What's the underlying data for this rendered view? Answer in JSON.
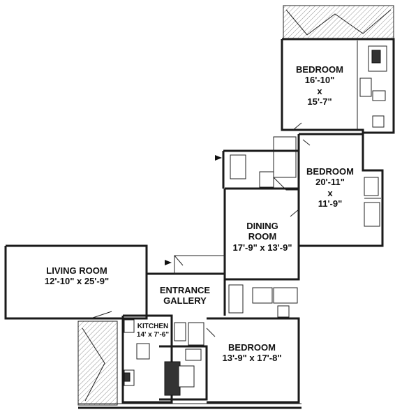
{
  "rooms": {
    "bedroom_top": {
      "name": "BEDROOM",
      "dim1": "16'-10\"",
      "sep": "x",
      "dim2": "15'-7\""
    },
    "bedroom_mid": {
      "name": "BEDROOM",
      "dim1": "20'-11\"",
      "sep": "x",
      "dim2": "11'-9\""
    },
    "dining": {
      "name1": "DINING",
      "name2": "ROOM",
      "dims": "17'-9\" x 13'-9\""
    },
    "living": {
      "name": "LIVING ROOM",
      "dims": "12'-10\" x 25'-9\""
    },
    "entrance": {
      "name1": "ENTRANCE",
      "name2": "GALLERY"
    },
    "kitchen": {
      "name": "KITCHEN",
      "dims": "14' x 7'-6\""
    },
    "bedroom_bottom": {
      "name": "BEDROOM",
      "dims": "13'-9\" x 17'-8\""
    }
  }
}
